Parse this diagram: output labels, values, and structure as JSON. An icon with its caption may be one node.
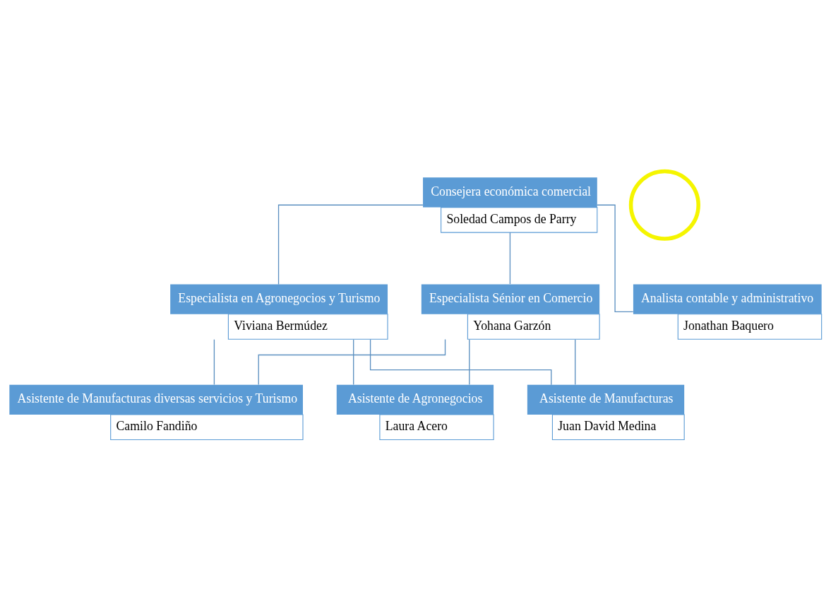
{
  "diagram": {
    "nodes": [
      {
        "text": [
          "Consejera económica comercial",
          "Soledad Campos de Parry"
        ]
      },
      {
        "text": [
          "Especialista Sénior en Comercio",
          "Yohana Garzón"
        ]
      },
      {
        "text": [
          "Analista contable y administrativo",
          "Jonathan Baquero"
        ]
      },
      {
        "text": [
          "Especialista en Agronegocios y Turismo",
          "Viviana Bermúdez"
        ]
      },
      {
        "text": [],
        "shape": "circle"
      },
      {
        "text": [
          "Asistente de Manufacturas diversas servicios y Turismo",
          "Camilo Fandiño"
        ]
      },
      {
        "text": [
          "Asistente de Agronegocios",
          "Laura Acero"
        ]
      },
      {
        "text": [
          "Asistente de Manufacturas",
          "Juan David Medina"
        ]
      }
    ],
    "edges": [
      {
        "from": 0,
        "to": 1,
        "arrow": "none"
      },
      {
        "from": 0,
        "to": 2,
        "arrow": "none"
      },
      {
        "from": 0,
        "to": 3,
        "arrow": "none"
      },
      {
        "from": 1,
        "to": 5,
        "arrow": "none"
      },
      {
        "from": 1,
        "to": 6,
        "arrow": "none"
      },
      {
        "from": 1,
        "to": 7,
        "arrow": "none"
      },
      {
        "from": 3,
        "to": 5,
        "arrow": "none"
      },
      {
        "from": 3,
        "to": 6,
        "arrow": "none"
      },
      {
        "from": 3,
        "to": 7,
        "arrow": "none"
      }
    ]
  }
}
